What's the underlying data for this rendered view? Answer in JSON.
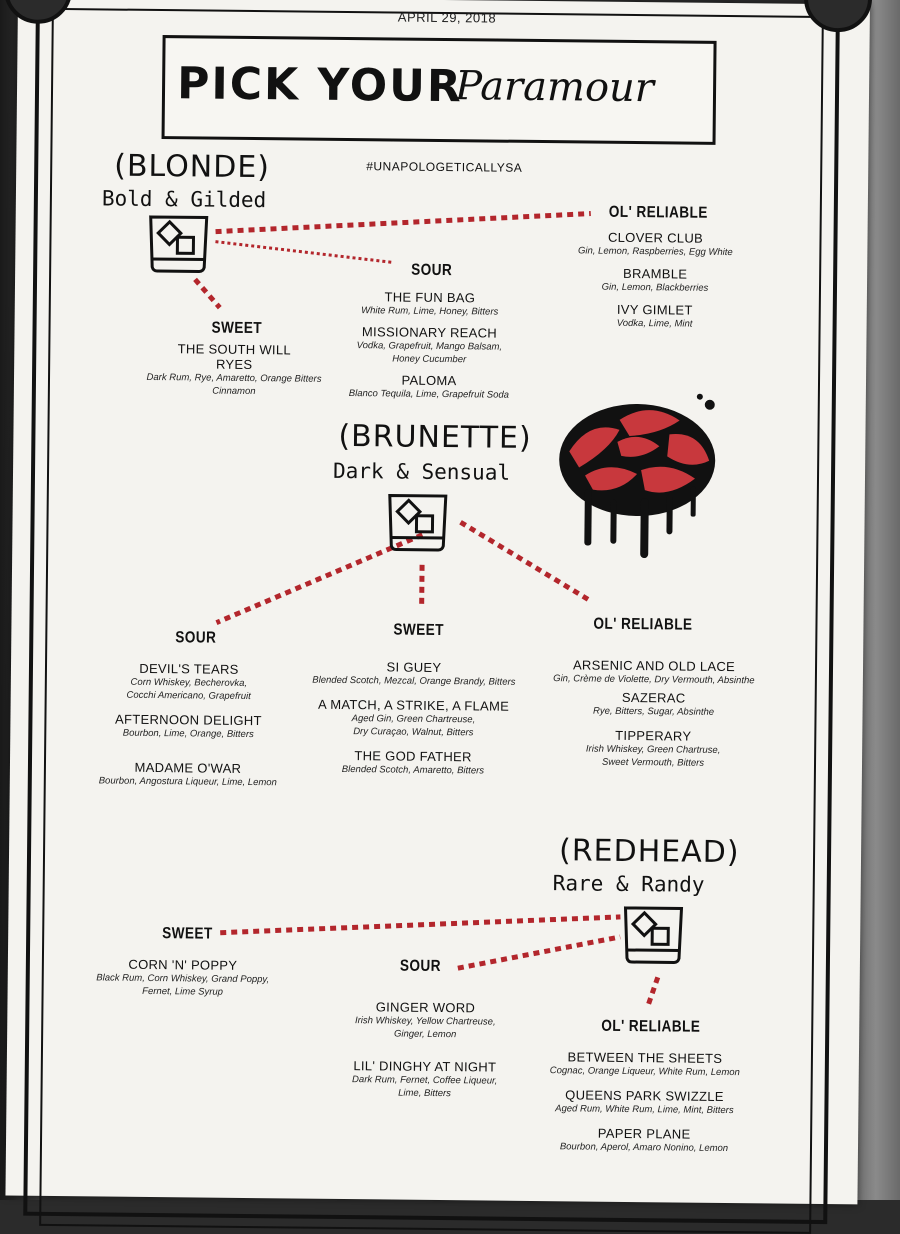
{
  "date": "APRIL 29, 2018",
  "title": {
    "bold": "PICK YOUR",
    "script": "Paramour"
  },
  "hashtag": "#UNAPOLOGETICALLYSA",
  "blonde": {
    "name": "(BLONDE)",
    "tagline": "Bold & Gilded",
    "ol_reliable": {
      "label": "OL' RELIABLE",
      "drinks": [
        {
          "name": "CLOVER CLUB",
          "ingredients": "Gin, Lemon, Raspberries, Egg White"
        },
        {
          "name": "BRAMBLE",
          "ingredients": "Gin, Lemon, Blackberries"
        },
        {
          "name": "IVY GIMLET",
          "ingredients": "Vodka, Lime, Mint"
        }
      ]
    },
    "sour": {
      "label": "SOUR",
      "drinks": [
        {
          "name": "THE FUN BAG",
          "ingredients": "White Rum, Lime, Honey, Bitters"
        },
        {
          "name": "MISSIONARY REACH",
          "ingredients_1": "Vodka, Grapefruit, Mango Balsam,",
          "ingredients_2": "Honey Cucumber"
        },
        {
          "name": "PALOMA",
          "ingredients": "Blanco Tequila, Lime, Grapefruit Soda"
        }
      ]
    },
    "sweet": {
      "label": "SWEET",
      "drinks": [
        {
          "name_1": "THE SOUTH WILL",
          "name_2": "RYES",
          "ingredients_1": "Dark Rum, Rye, Amaretto, Orange Bitters",
          "ingredients_2": "Cinnamon"
        }
      ]
    }
  },
  "brunette": {
    "name": "(BRUNETTE)",
    "tagline": "Dark & Sensual",
    "sour": {
      "label": "SOUR",
      "drinks": [
        {
          "name": "DEVIL'S TEARS",
          "ingredients_1": "Corn Whiskey, Becherovka,",
          "ingredients_2": "Cocchi Americano, Grapefruit"
        },
        {
          "name": "AFTERNOON DELIGHT",
          "ingredients": "Bourbon, Lime, Orange, Bitters"
        },
        {
          "name": "MADAME O'WAR",
          "ingredients": "Bourbon, Angostura Liqueur, Lime, Lemon"
        }
      ]
    },
    "sweet": {
      "label": "SWEET",
      "drinks": [
        {
          "name": "SI GUEY",
          "ingredients": "Blended Scotch, Mezcal, Orange Brandy, Bitters"
        },
        {
          "name": "A MATCH, A STRIKE, A FLAME",
          "ingredients_1": "Aged Gin, Green Chartreuse,",
          "ingredients_2": "Dry Curaçao, Walnut, Bitters"
        },
        {
          "name": "THE GOD FATHER",
          "ingredients": "Blended Scotch, Amaretto, Bitters"
        }
      ]
    },
    "ol_reliable": {
      "label": "OL' RELIABLE",
      "drinks": [
        {
          "name": "ARSENIC AND OLD LACE",
          "ingredients": "Gin, Crème de Violette, Dry Vermouth, Absinthe"
        },
        {
          "name": "SAZERAC",
          "ingredients": "Rye, Bitters, Sugar, Absinthe"
        },
        {
          "name": "TIPPERARY",
          "ingredients_1": "Irish Whiskey, Green Chartruse,",
          "ingredients_2": "Sweet Vermouth, Bitters"
        }
      ]
    }
  },
  "redhead": {
    "name": "(REDHEAD)",
    "tagline": "Rare & Randy",
    "sweet": {
      "label": "SWEET",
      "drinks": [
        {
          "name": "CORN 'N' POPPY",
          "ingredients_1": "Black Rum, Corn Whiskey, Grand Poppy,",
          "ingredients_2": "Fernet, Lime Syrup"
        }
      ]
    },
    "sour": {
      "label": "SOUR",
      "drinks": [
        {
          "name": "GINGER WORD",
          "ingredients_1": "Irish Whiskey, Yellow Chartreuse,",
          "ingredients_2": "Ginger, Lemon"
        },
        {
          "name": "LIL' DINGHY AT NIGHT",
          "ingredients_1": "Dark Rum, Fernet, Coffee Liqueur,",
          "ingredients_2": "Lime, Bitters"
        }
      ]
    },
    "ol_reliable": {
      "label": "OL' RELIABLE",
      "drinks": [
        {
          "name": "BETWEEN THE SHEETS",
          "ingredients": "Cognac, Orange Liqueur, White Rum, Lemon"
        },
        {
          "name": "QUEENS PARK SWIZZLE",
          "ingredients": "Aged Rum, White Rum, Lime, Mint, Bitters"
        },
        {
          "name": "PAPER PLANE",
          "ingredients": "Bourbon, Aperol, Amaro Nonino, Lemon"
        }
      ]
    }
  },
  "colors": {
    "paper": "#f4f3ef",
    "ink": "#111111",
    "accent_red": "#b3262c"
  },
  "icons": [
    "rocks-glass-icon",
    "rose-icon"
  ]
}
